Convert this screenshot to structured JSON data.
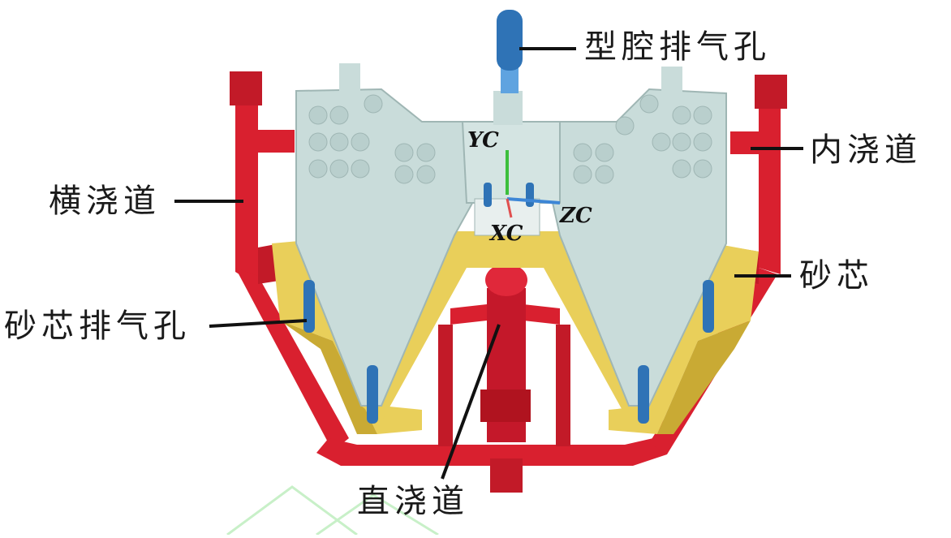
{
  "labels": {
    "cavity_vent": "型腔排气孔",
    "ingate": "内浇道",
    "runner": "横浇道",
    "sand_core": "砂芯",
    "core_vent": "砂芯排气孔",
    "sprue": "直浇道"
  },
  "axes": {
    "yc": "YC",
    "zc": "ZC",
    "xc": "XC"
  },
  "colors": {
    "casting": "#c9dcda",
    "casting_edge": "#9fb6b4",
    "gating": "#d9202f",
    "gating_dark": "#a5141f",
    "core": "#e9cf5a",
    "core_dark": "#c9aa34",
    "vent": "#2f73b6",
    "vent_light": "#5fa3e0"
  }
}
